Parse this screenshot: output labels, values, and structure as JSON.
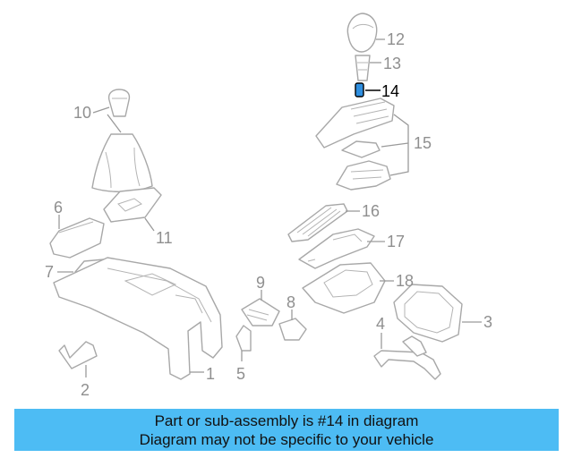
{
  "diagram": {
    "highlight_color": "#2f8fe0",
    "line_color": "#a8a8a8",
    "callouts": {
      "c1": "1",
      "c2": "2",
      "c3": "3",
      "c4": "4",
      "c5": "5",
      "c6": "6",
      "c7": "7",
      "c8": "8",
      "c9": "9",
      "c10": "10",
      "c11": "11",
      "c12": "12",
      "c13": "13",
      "c14": "14",
      "c15": "15",
      "c16": "16",
      "c17": "17",
      "c18": "18"
    }
  },
  "banner": {
    "background": "#4dbcf4",
    "line1": "Part or sub-assembly is #14 in diagram",
    "line2": "Diagram may not be specific to your vehicle"
  }
}
